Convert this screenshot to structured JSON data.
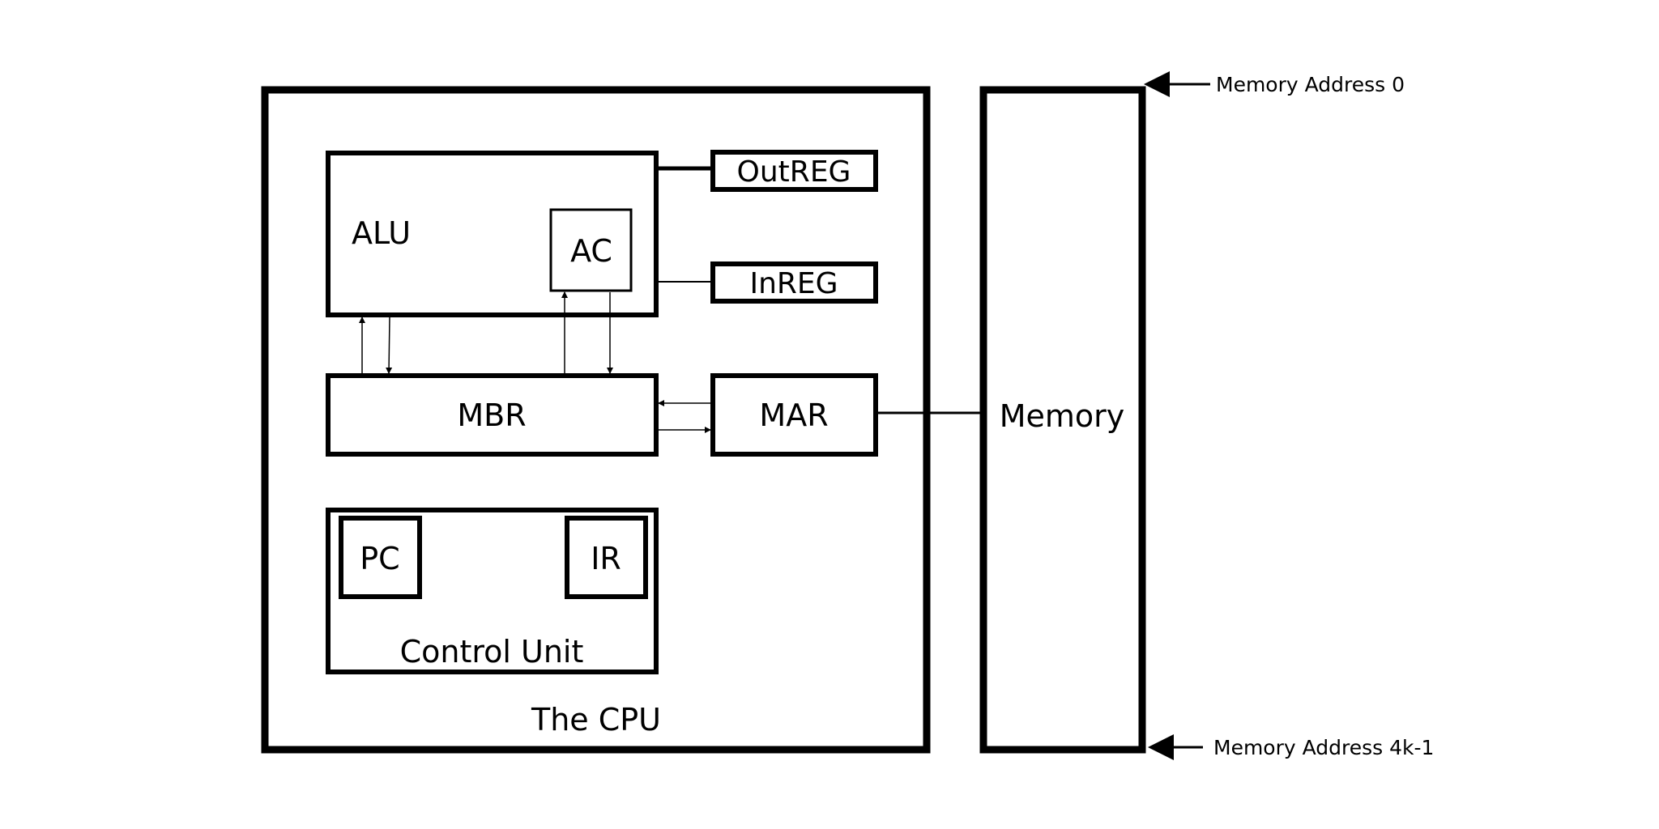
{
  "cpu": {
    "title": "The CPU",
    "alu": {
      "label": "ALU",
      "ac": "AC"
    },
    "out_reg": "OutREG",
    "in_reg": "InREG",
    "mbr": "MBR",
    "mar": "MAR",
    "control_unit": {
      "label": "Control Unit",
      "pc": "PC",
      "ir": "IR"
    }
  },
  "memory": {
    "label": "Memory",
    "address_top": "Memory Address 0",
    "address_bottom": "Memory Address 4k-1"
  },
  "colors": {
    "stroke": "#000000",
    "background": "#ffffff"
  }
}
